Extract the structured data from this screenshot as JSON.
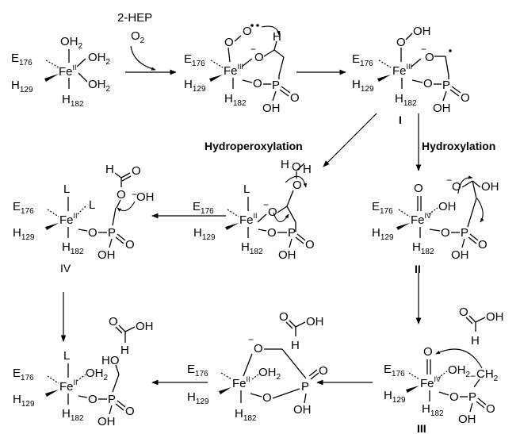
{
  "reagents": {
    "line1": "2-HEP",
    "line2": "O",
    "line2_sub": "2"
  },
  "pathways": {
    "left": "Hydroperoxylation",
    "right": "Hydroxylation"
  },
  "species_labels": {
    "I": "I",
    "II": "II",
    "III": "III",
    "IV": "IV"
  },
  "atoms": {
    "iron": "Fe",
    "oxygen": "O",
    "hydrogen": "H",
    "carbon": "C",
    "phosphorus": "P",
    "ligand": "L",
    "hydroxyl": "OH",
    "hydroperoxy": "O–OH",
    "methylene": "CH",
    "methylene_sub": "2",
    "water": "OH",
    "water_sub": "2",
    "minus": "−"
  },
  "residues": {
    "glu": {
      "letter": "E",
      "number": "176"
    },
    "his_a": {
      "letter": "H",
      "number": "129"
    },
    "his_b": {
      "letter": "H",
      "number": "182"
    }
  },
  "oxidation_states": {
    "ii": "II",
    "iii": "III",
    "iv": "IV"
  },
  "colors": {
    "ink": "#000000",
    "background": "#ffffff"
  }
}
